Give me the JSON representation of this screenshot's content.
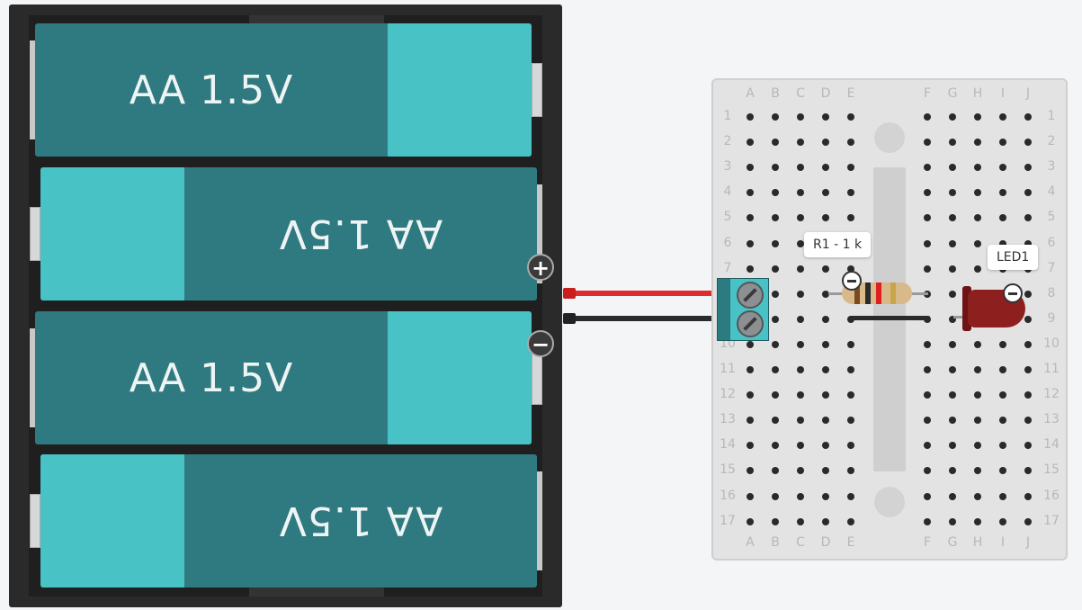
{
  "battery_pack": {
    "cells": [
      {
        "label": "AA 1.5V",
        "orientation": "up"
      },
      {
        "label": "AA 1.5V",
        "orientation": "down"
      },
      {
        "label": "AA 1.5V",
        "orientation": "up"
      },
      {
        "label": "AA 1.5V",
        "orientation": "down"
      }
    ],
    "positive_symbol": "+",
    "negative_symbol": "−"
  },
  "breadboard": {
    "columns_left": [
      "A",
      "B",
      "C",
      "D",
      "E"
    ],
    "columns_right": [
      "F",
      "G",
      "H",
      "I",
      "J"
    ],
    "rows": [
      "1",
      "2",
      "3",
      "4",
      "5",
      "6",
      "7",
      "8",
      "9",
      "10",
      "11",
      "12",
      "13",
      "14",
      "15",
      "16",
      "17"
    ]
  },
  "components": {
    "resistor_label": "R1 - 1 k",
    "led_label": "LED1"
  },
  "colors": {
    "cell_body": "#2f7a80",
    "cell_cap": "#49c2c6",
    "wire_positive": "#e02c2c",
    "wire_negative": "#2b2b2b",
    "led": "#8e1f1f"
  }
}
